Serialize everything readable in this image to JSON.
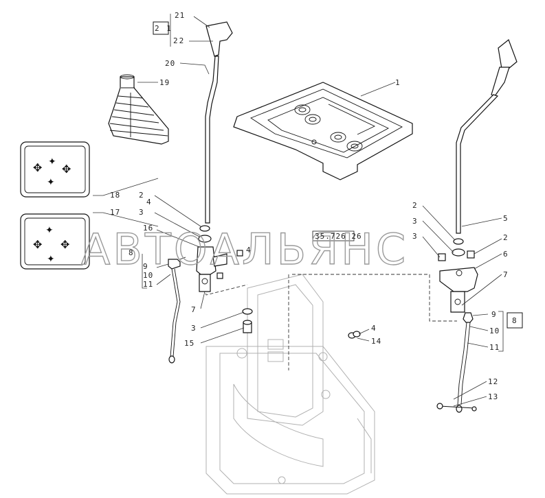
{
  "diagram": {
    "watermark": "АВТОАЛЬЯНС",
    "reference_code": "35.726 26",
    "boxed_refs": [
      "2 1",
      "8"
    ],
    "callouts": [
      "1",
      "2",
      "3",
      "4",
      "5",
      "6",
      "7",
      "8",
      "9",
      "10",
      "11",
      "12",
      "13",
      "14",
      "15",
      "16",
      "17",
      "18",
      "19",
      "20",
      "21",
      "22",
      "3",
      "2",
      "3",
      "4",
      "7",
      "2",
      "3",
      "4",
      "9",
      "10",
      "11"
    ]
  },
  "colors": {
    "line": "#111111",
    "ghost": "#aaaaaa",
    "watermark": "#9a9a9a",
    "background": "#ffffff"
  }
}
